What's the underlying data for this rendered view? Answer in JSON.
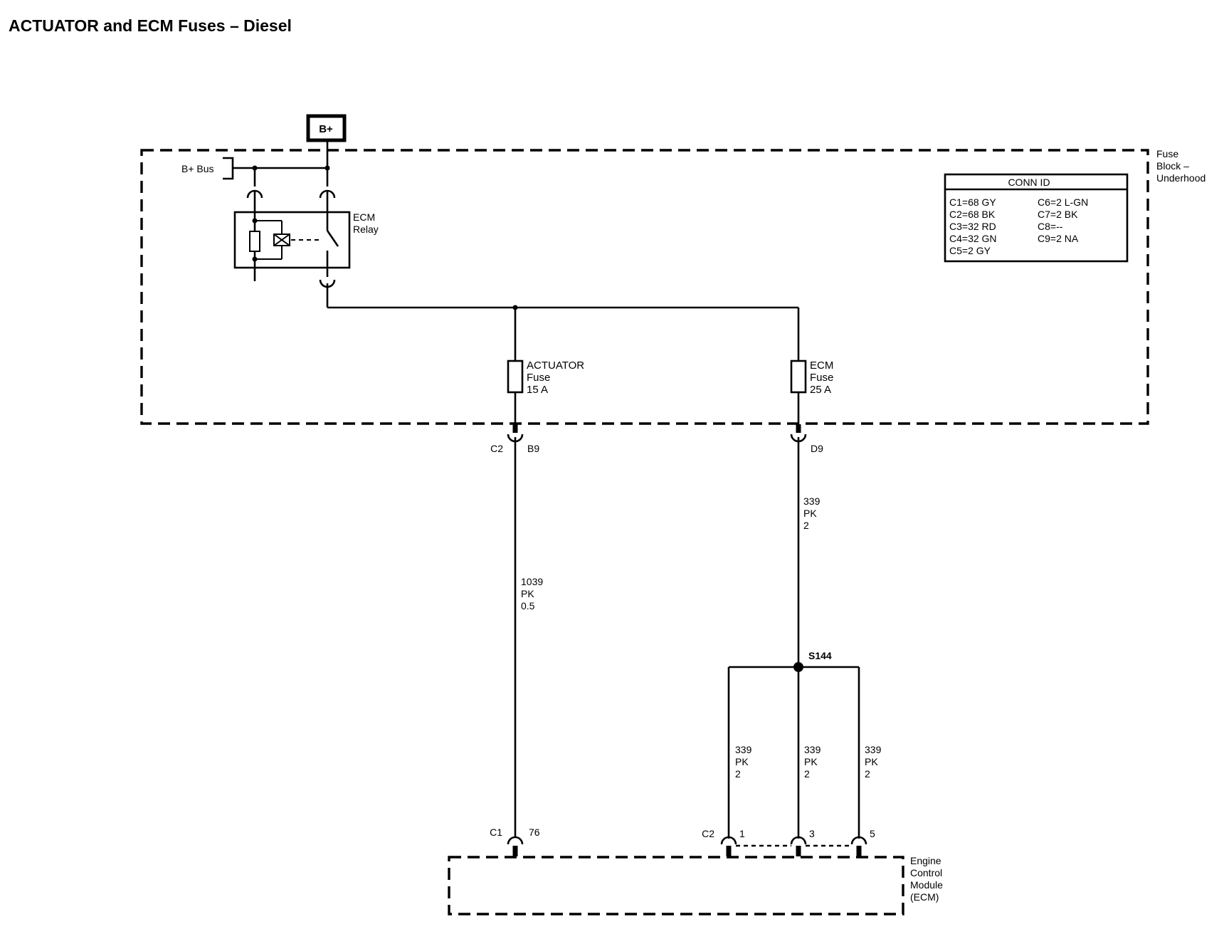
{
  "title": "ACTUATOR and ECM Fuses – Diesel",
  "power_source": "B+",
  "bus_label": "B+ Bus",
  "relay": {
    "line1": "ECM",
    "line2": "Relay"
  },
  "fuse_block": {
    "line1": "Fuse",
    "line2": "Block –",
    "line3": "Underhood"
  },
  "conn_id": {
    "header": "CONN ID",
    "left": [
      "C1=68 GY",
      "C2=68 BK",
      "C3=32 RD",
      "C4=32 GN",
      "C5=2 GY"
    ],
    "right": [
      "C6=2 L-GN",
      "C7=2 BK",
      "C8=--",
      "C9=2 NA"
    ]
  },
  "actuator_fuse": {
    "line1": "ACTUATOR",
    "line2": "Fuse",
    "line3": "15 A"
  },
  "ecm_fuse": {
    "line1": "ECM",
    "line2": "Fuse",
    "line3": "25 A"
  },
  "fuse_block_terminals": {
    "connector": "C2",
    "actuator_pin": "B9",
    "ecm_pin": "D9"
  },
  "wire_actuator": {
    "circuit": "1039",
    "color": "PK",
    "gauge": "0.5"
  },
  "wire_ecm_main": {
    "circuit": "339",
    "color": "PK",
    "gauge": "2"
  },
  "splice": "S144",
  "ecm_branches": [
    {
      "circuit": "339",
      "color": "PK",
      "gauge": "2",
      "pin": "1"
    },
    {
      "circuit": "339",
      "color": "PK",
      "gauge": "2",
      "pin": "3"
    },
    {
      "circuit": "339",
      "color": "PK",
      "gauge": "2",
      "pin": "5"
    }
  ],
  "ecm_connectors": {
    "c1": "C1",
    "c1_pin": "76",
    "c2": "C2"
  },
  "ecm_module": {
    "line1": "Engine",
    "line2": "Control",
    "line3": "Module",
    "line4": "(ECM)"
  }
}
